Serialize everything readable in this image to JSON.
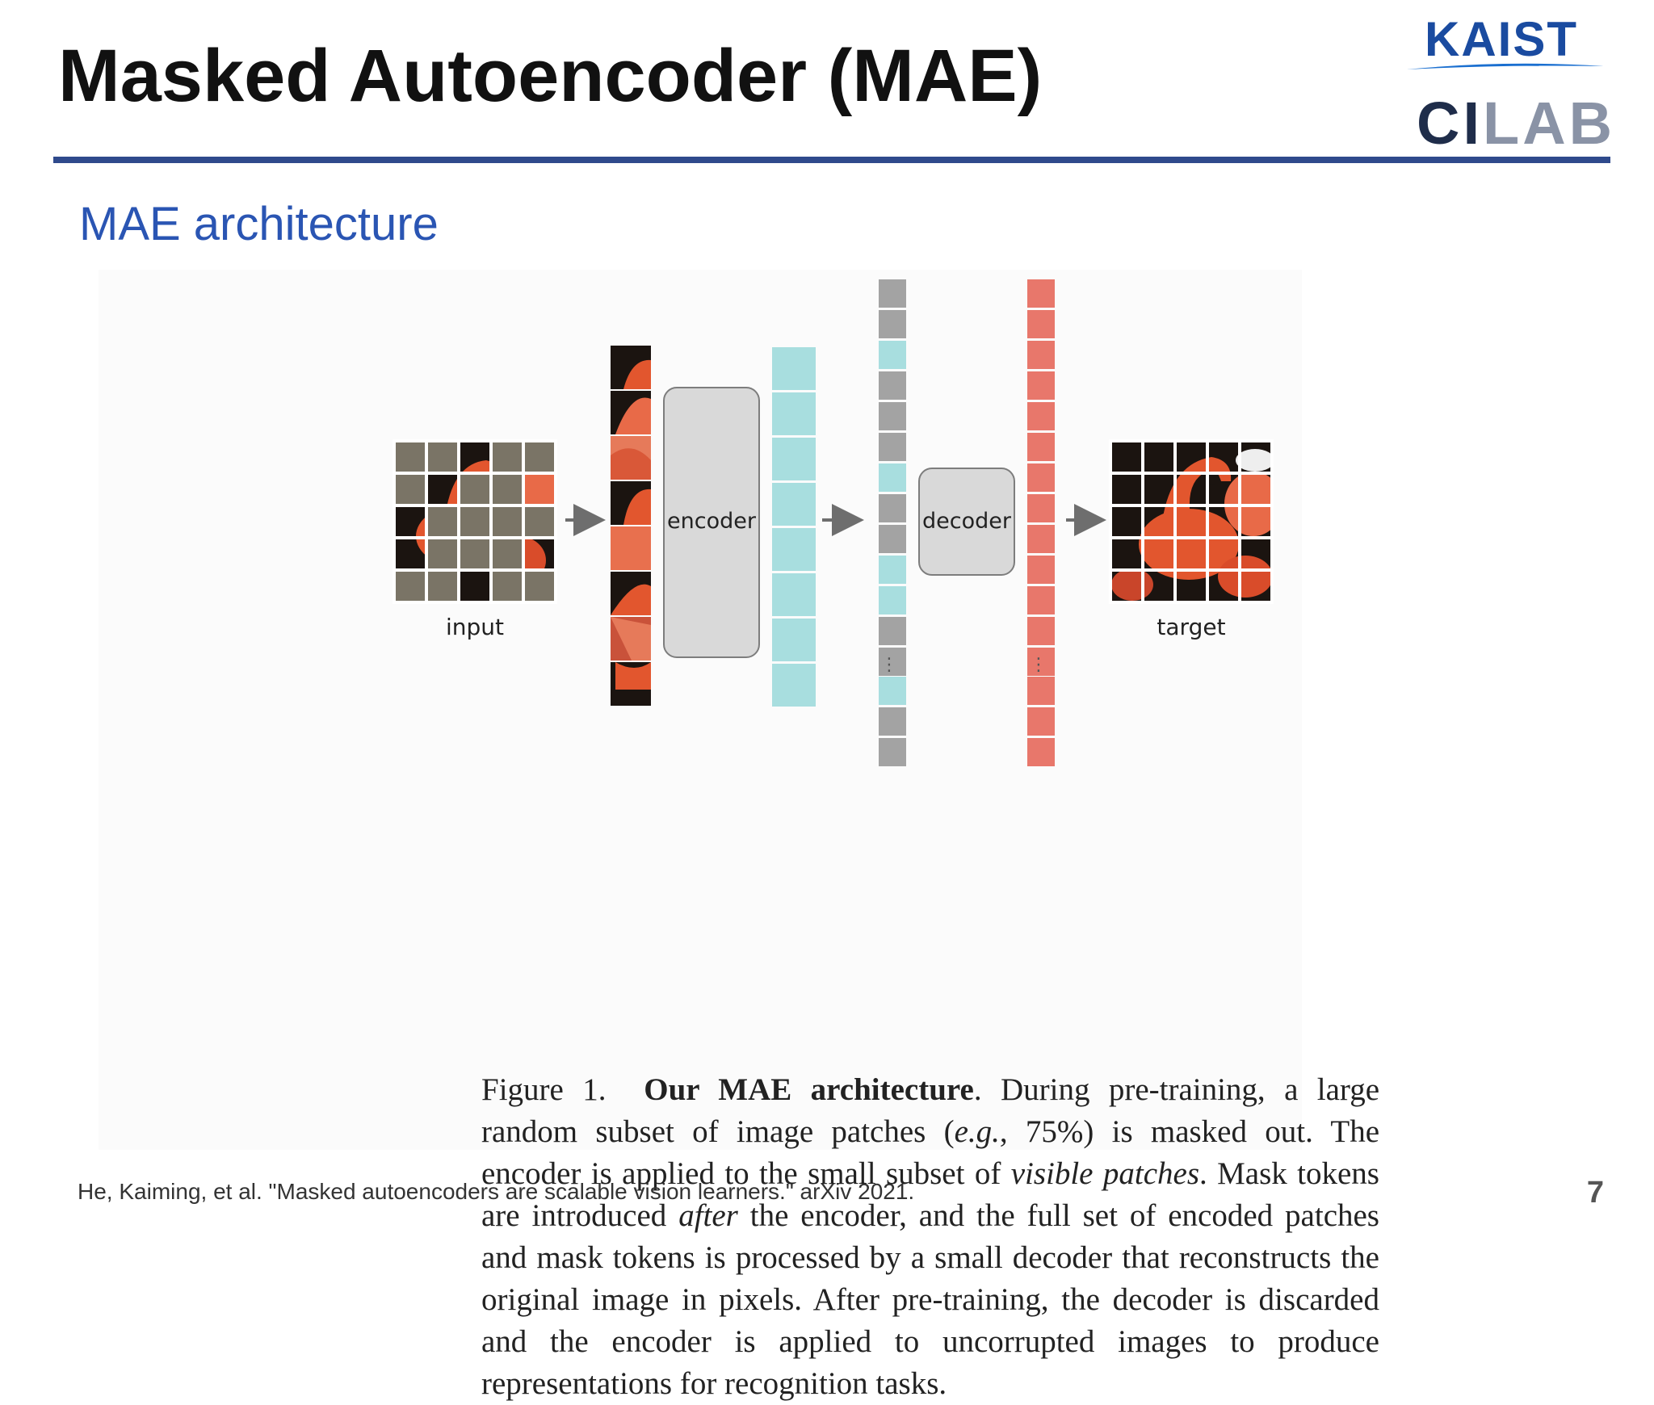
{
  "slide": {
    "title": "Masked Autoencoder (MAE)",
    "subtitle": "MAE architecture",
    "citation": "He, Kaiming, et al. \"Masked autoencoders are scalable vision learners.\" arXiv 2021.",
    "page_number": "7"
  },
  "logo": {
    "line1": "KAIST",
    "line2_dark": "CI",
    "line2_light": "LAB",
    "colors": {
      "kaist": "#1a4ba0",
      "cilab_dark": "#1f2d4a",
      "cilab_light": "#8a93a6"
    }
  },
  "diagram": {
    "input_label": "input",
    "encoder_label": "encoder",
    "decoder_label": "decoder",
    "target_label": "target",
    "ellipsis": "⋮",
    "colors": {
      "mask_patch": "#7a7466",
      "visible_token": "#a8dedf",
      "mask_token": "#a3a3a3",
      "output_token": "#e8776b",
      "block_fill": "#d9d9d9",
      "block_stroke": "#7d7d7d",
      "arrow": "#6e6e6e",
      "flamingo": "#e2562e",
      "dark_bg": "#1b1410"
    }
  },
  "caption": {
    "lead": "Figure 1.",
    "bold": "Our MAE architecture",
    "t1": ". During pre-training, a large random subset of image patches (",
    "i1": "e.g.",
    "t2": ", 75%) is masked out. The encoder is applied to the small subset of ",
    "i2": "visible patches",
    "t3": ". Mask tokens are introduced ",
    "i3": "after",
    "t4": " the encoder, and the full set of encoded patches and mask tokens is processed by a small decoder that reconstructs the original image in pixels. After pre-training, the decoder is discarded and the encoder is applied to uncorrupted images to produce representations for recognition tasks."
  }
}
